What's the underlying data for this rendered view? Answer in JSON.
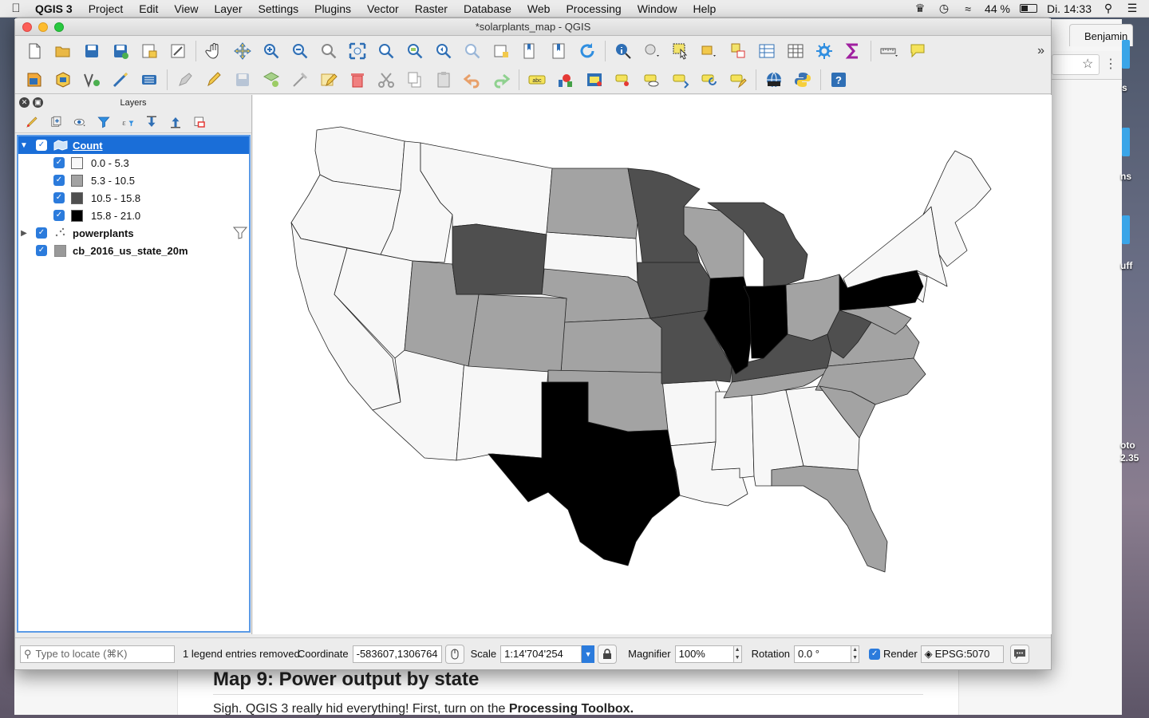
{
  "menubar": {
    "app": "QGIS 3",
    "items": [
      "Project",
      "Edit",
      "View",
      "Layer",
      "Settings",
      "Plugins",
      "Vector",
      "Raster",
      "Database",
      "Web",
      "Processing",
      "Window",
      "Help"
    ],
    "battery": "44 %",
    "clock": "Di. 14:33"
  },
  "browser": {
    "tab_label": "Benjamin",
    "heading": "Map 9: Power output by state",
    "para_prefix": "Sigh. QGIS 3 really hid everything! First, turn on the ",
    "para_bold": "Processing Toolbox."
  },
  "desktop": {
    "label_a": "s",
    "label_b": "ns",
    "label_c": "uff",
    "label_d": "oto",
    "label_e": "2.35"
  },
  "window": {
    "title": "*solarplants_map - QGIS"
  },
  "layers_panel": {
    "title": "Layers",
    "layers": [
      {
        "name": "Count",
        "selected": true,
        "expanded": true,
        "classes": [
          {
            "label": "0.0 - 5.3",
            "color": "#f7f7f7"
          },
          {
            "label": "5.3 - 10.5",
            "color": "#a3a3a3"
          },
          {
            "label": "10.5 - 15.8",
            "color": "#4f4f4f"
          },
          {
            "label": "15.8 - 21.0",
            "color": "#000000"
          }
        ]
      },
      {
        "name": "powerplants",
        "selected": false,
        "expanded": false
      },
      {
        "name": "cb_2016_us_state_20m",
        "selected": false,
        "expanded": false
      }
    ]
  },
  "status": {
    "locator_placeholder": "Type to locate (⌘K)",
    "message": "1 legend entries removed.",
    "coordinate_label": "Coordinate",
    "coordinate": "-583607,1306764",
    "scale_label": "Scale",
    "scale": "1:14'704'254",
    "magnifier_label": "Magnifier",
    "magnifier": "100%",
    "rotation_label": "Rotation",
    "rotation": "0.0 °",
    "render_label": "Render",
    "crs": "EPSG:5070"
  }
}
